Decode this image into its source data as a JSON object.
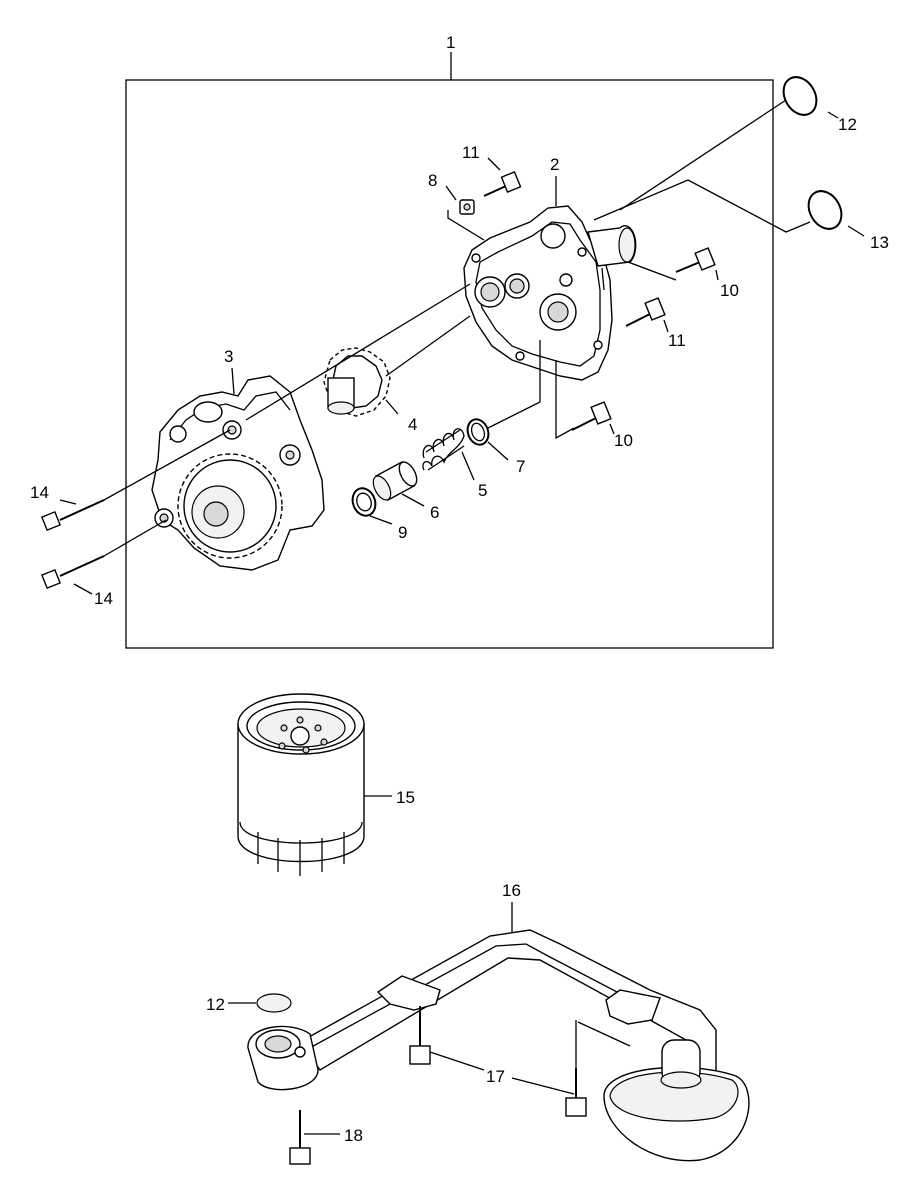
{
  "callouts": {
    "c1": "1",
    "c2": "2",
    "c3": "3",
    "c4": "4",
    "c5": "5",
    "c6": "6",
    "c7": "7",
    "c8": "8",
    "c9": "9",
    "c10a": "10",
    "c10b": "10",
    "c11a": "11",
    "c11b": "11",
    "c12a": "12",
    "c12b": "12",
    "c13": "13",
    "c14a": "14",
    "c14b": "14",
    "c15": "15",
    "c16": "16",
    "c17": "17",
    "c18": "18"
  },
  "icons": {
    "oil_pump_assembly": "oil-pump-assembly-icon",
    "oil_filter": "oil-filter-cartridge-icon",
    "oil_strainer": "oil-strainer-pipe-icon"
  }
}
